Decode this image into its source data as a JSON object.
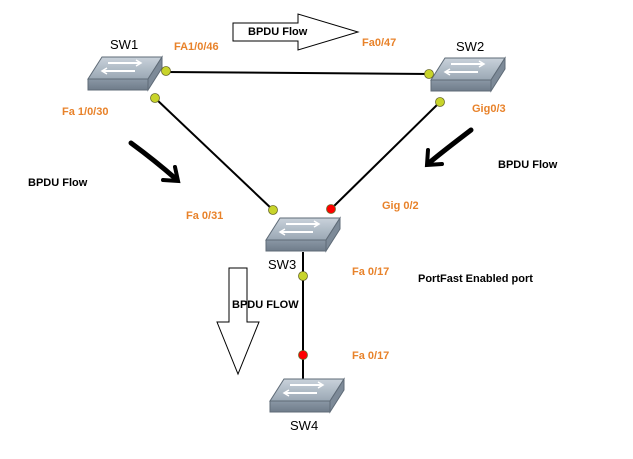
{
  "colors": {
    "port_label": "#e8822a",
    "link_line": "#000000",
    "port_forwarding": "#c8d42a",
    "port_blocking": "#ff0000",
    "switch_body": "#a9b4bf"
  },
  "switches": {
    "sw1": "SW1",
    "sw2": "SW2",
    "sw3": "SW3",
    "sw4": "SW4"
  },
  "ports": {
    "sw1_to_sw2": "FA1/0/46",
    "sw2_to_sw1": "Fa0/47",
    "sw1_to_sw3": "Fa 1/0/30",
    "sw3_to_sw1": "Fa 0/31",
    "sw2_to_sw3": "Gig0/3",
    "sw3_to_sw2": "Gig 0/2",
    "sw3_to_sw4": "Fa 0/17",
    "sw4_to_sw3": "Fa 0/17"
  },
  "port_states": {
    "sw1_to_sw2": "forwarding",
    "sw2_to_sw1": "forwarding",
    "sw1_to_sw3": "forwarding",
    "sw3_to_sw1": "forwarding",
    "sw2_to_sw3": "forwarding",
    "sw3_to_sw2": "blocking",
    "sw3_to_sw4": "forwarding",
    "sw4_to_sw3": "blocking"
  },
  "annotations": {
    "bpdu_top": "BPDU Flow",
    "bpdu_left": "BPDU Flow",
    "bpdu_right": "BPDU Flow",
    "bpdu_down": "BPDU FLOW",
    "portfast": "PortFast Enabled port"
  }
}
